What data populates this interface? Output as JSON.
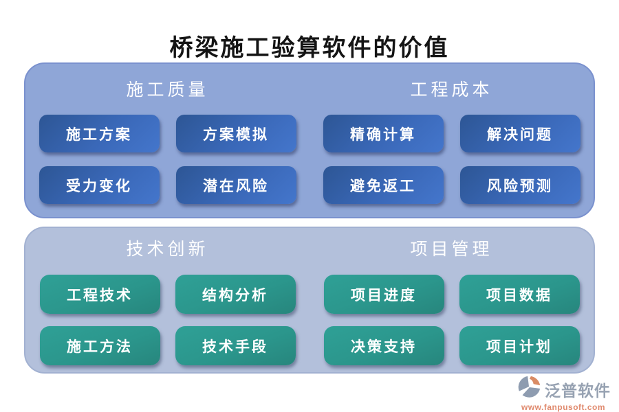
{
  "title": "桥梁施工验算软件的价值",
  "panels": [
    {
      "name": "top",
      "sections": [
        {
          "header": "施工质量",
          "buttons": [
            "施工方案",
            "方案模拟",
            "受力变化",
            "潜在风险"
          ]
        },
        {
          "header": "工程成本",
          "buttons": [
            "精确计算",
            "解决问题",
            "避免返工",
            "风险预测"
          ]
        }
      ]
    },
    {
      "name": "bottom",
      "sections": [
        {
          "header": "技术创新",
          "buttons": [
            "工程技术",
            "结构分析",
            "施工方法",
            "技术手段"
          ]
        },
        {
          "header": "项目管理",
          "buttons": [
            "项目进度",
            "项目数据",
            "决策支持",
            "项目计划"
          ]
        }
      ]
    }
  ],
  "logo": {
    "name": "泛普软件",
    "url": "www.fanpusoft.com"
  },
  "colors": {
    "top_panel_bg": "#8FA6D7",
    "top_panel_border": "#7A91CE",
    "bottom_panel_bg": "#B3C0DB",
    "bottom_panel_border": "#A2B1D1",
    "blue_button": "#3A6CBF",
    "teal_button": "#2B958B",
    "title_text": "#141414",
    "header_text": "#FFFFFF",
    "logo_text": "#97A2B2",
    "logo_url_text": "#E08A6E",
    "logo_icon_gray": "#8E9CB0",
    "logo_icon_orange": "#D98B64"
  }
}
